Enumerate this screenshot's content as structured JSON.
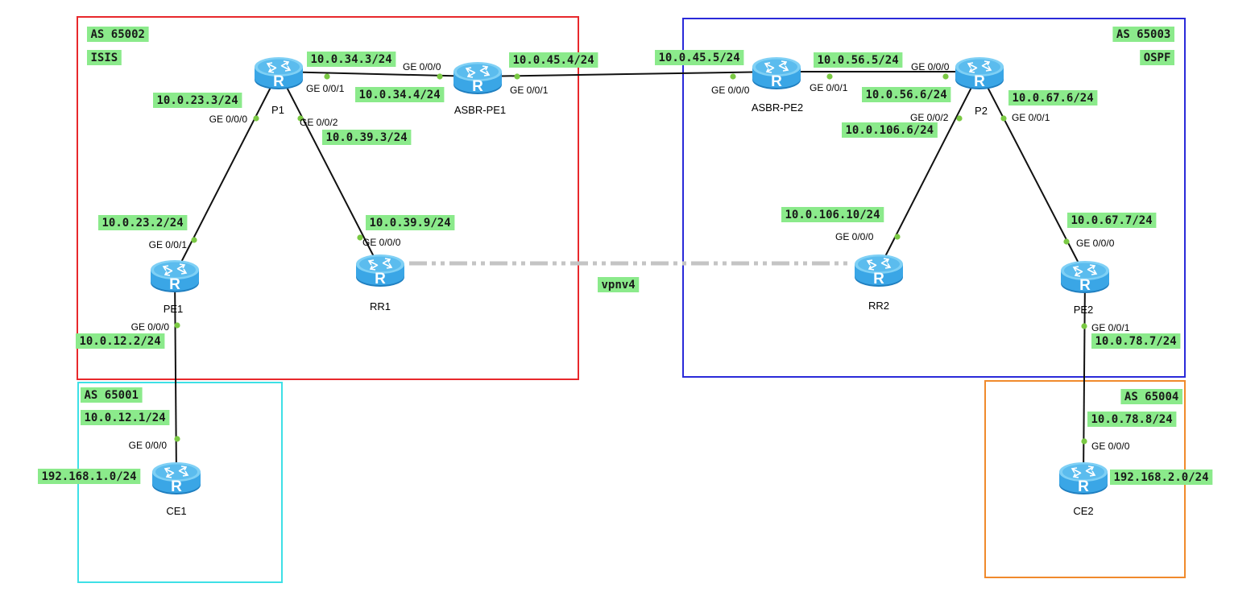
{
  "colors": {
    "as65002_border": "#e8282c",
    "as65003_border": "#2a2ad9",
    "as65001_border": "#3ee0e6",
    "as65004_border": "#f08a2c",
    "label_bg": "#8bea8b",
    "link": "#111111",
    "port_dot": "#7ac943",
    "vpnv4_link": "#c4c4c4",
    "router_body": "#3aa6e6"
  },
  "zones": [
    {
      "id": "as65002",
      "labels": [
        "AS 65002",
        "ISIS"
      ]
    },
    {
      "id": "as65003",
      "labels": [
        "AS 65003",
        "OSPF"
      ]
    },
    {
      "id": "as65001",
      "labels": [
        "AS 65001"
      ]
    },
    {
      "id": "as65004",
      "labels": [
        "AS 65004"
      ]
    }
  ],
  "routers": [
    {
      "id": "p1",
      "name": "P1",
      "icon": "router-icon",
      "letter": "R"
    },
    {
      "id": "asbr_pe1",
      "name": "ASBR-PE1",
      "icon": "router-icon",
      "letter": "R"
    },
    {
      "id": "pe1",
      "name": "PE1",
      "icon": "router-icon",
      "letter": "R"
    },
    {
      "id": "rr1",
      "name": "RR1",
      "icon": "router-icon",
      "letter": "R"
    },
    {
      "id": "ce1",
      "name": "CE1",
      "icon": "router-icon",
      "letter": "R"
    },
    {
      "id": "asbr_pe2",
      "name": "ASBR-PE2",
      "icon": "router-icon",
      "letter": "R"
    },
    {
      "id": "p2",
      "name": "P2",
      "icon": "router-icon",
      "letter": "R"
    },
    {
      "id": "rr2",
      "name": "RR2",
      "icon": "router-icon",
      "letter": "R"
    },
    {
      "id": "pe2",
      "name": "PE2",
      "icon": "router-icon",
      "letter": "R"
    },
    {
      "id": "ce2",
      "name": "CE2",
      "icon": "router-icon",
      "letter": "R"
    }
  ],
  "links": [
    {
      "from": "ce1",
      "to": "pe1",
      "from_port": "GE 0/0/0",
      "from_ip": "10.0.12.1/24",
      "to_port": "GE 0/0/0",
      "to_ip": "10.0.12.2/24"
    },
    {
      "from": "pe1",
      "to": "p1",
      "from_port": "GE 0/0/1",
      "from_ip": "10.0.23.2/24",
      "to_port": "GE 0/0/0",
      "to_ip": "10.0.23.3/24"
    },
    {
      "from": "p1",
      "to": "asbr_pe1",
      "from_port": "GE 0/0/1",
      "from_ip": "10.0.34.3/24",
      "to_port": "GE 0/0/0",
      "to_ip": "10.0.34.4/24"
    },
    {
      "from": "p1",
      "to": "rr1",
      "from_port": "GE 0/0/2",
      "from_ip": "10.0.39.3/24",
      "to_port": "GE 0/0/0",
      "to_ip": "10.0.39.9/24"
    },
    {
      "from": "asbr_pe1",
      "to": "asbr_pe2",
      "from_port": "GE 0/0/1",
      "from_ip": "10.0.45.4/24",
      "to_port": "GE 0/0/0",
      "to_ip": "10.0.45.5/24"
    },
    {
      "from": "asbr_pe2",
      "to": "p2",
      "from_port": "GE 0/0/1",
      "from_ip": "10.0.56.5/24",
      "to_port": "GE 0/0/0",
      "to_ip": "10.0.56.6/24"
    },
    {
      "from": "p2",
      "to": "rr2",
      "from_port": "GE 0/0/2",
      "from_ip": "10.0.106.6/24",
      "to_port": "GE 0/0/0",
      "to_ip": "10.0.106.10/24"
    },
    {
      "from": "p2",
      "to": "pe2",
      "from_port": "GE 0/0/1",
      "from_ip": "10.0.67.6/24",
      "to_port": "GE 0/0/0",
      "to_ip": "10.0.67.7/24"
    },
    {
      "from": "pe2",
      "to": "ce2",
      "from_port": "GE 0/0/1",
      "from_ip": "10.0.78.7/24",
      "to_port": "GE 0/0/0",
      "to_ip": "10.0.78.8/24"
    }
  ],
  "peering": {
    "from": "rr1",
    "to": "rr2",
    "label": "vpnv4"
  },
  "networks": [
    {
      "router": "ce1",
      "prefix": "192.168.1.0/24"
    },
    {
      "router": "ce2",
      "prefix": "192.168.2.0/24"
    }
  ]
}
